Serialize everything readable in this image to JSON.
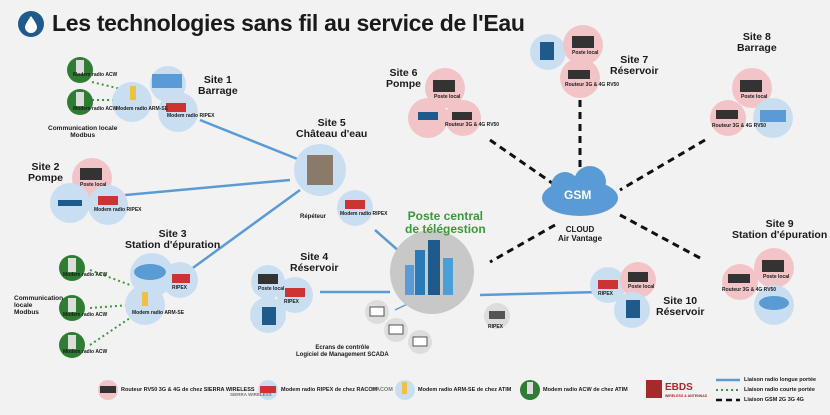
{
  "title": "Les technologies sans fil au service de l'Eau",
  "sites": {
    "site1": {
      "name": "Site 1",
      "sub": "Barrage"
    },
    "site2": {
      "name": "Site 2",
      "sub": "Pompe"
    },
    "site3": {
      "name": "Site 3",
      "sub": "Station d'épuration"
    },
    "site4": {
      "name": "Site 4",
      "sub": "Réservoir"
    },
    "site5": {
      "name": "Site 5",
      "sub": "Château d'eau"
    },
    "site6": {
      "name": "Site 6",
      "sub": "Pompe"
    },
    "site7": {
      "name": "Site 7",
      "sub": "Réservoir"
    },
    "site8": {
      "name": "Site 8",
      "sub": "Barrage"
    },
    "site9": {
      "name": "Site 9",
      "sub": "Station d'épuration"
    },
    "site10": {
      "name": "Site 10",
      "sub": "Réservoir"
    }
  },
  "central": {
    "line1": "Poste central",
    "line2": "de télégestion"
  },
  "gsm": {
    "label": "GSM",
    "cloud": "CLOUD",
    "vantage": "Air Vantage"
  },
  "repeater": "Répéteur",
  "scada": {
    "line1": "Ecrans de contrôle",
    "line2": "Logiciel de Management SCADA"
  },
  "modbus": {
    "line1": "Communication locale",
    "line2": "Modbus"
  },
  "modbus2": {
    "line1": "Communication",
    "line2": "locale",
    "line3": "Modbus"
  },
  "device_labels": {
    "modem_acw": "Modem radio ACW",
    "modem_armse": "Modem radio ARM-SE",
    "modem_ripex": "Modem radio RIPEX",
    "poste_local": "Poste local",
    "routeur": "Routeur 3G & 4G RV50",
    "ripex3": "RIPEX"
  },
  "legend": {
    "routeur": "Routeur RV50 3G & 4G de chez SIERRA WIRELESS",
    "sierra": "SIERRA WIRELESS",
    "ripex": "Modem radio RIPEX de chez RACOM",
    "racom": "RACOM",
    "armse": "Modem radio ARM-SE de chez ATIM",
    "acw": "Modem radio ACW de chez ATIM",
    "ebds": "EBDS",
    "ebds_sub": "WIRELESS & ANTENNAS",
    "long": "Liaison radio longue portée",
    "short": "Liaison radio courte portée",
    "gsmlink": "Liaison GSM 2G 3G 4G"
  },
  "colors": {
    "blue_link": "#5b9bd5",
    "green_link": "#3a9a3a",
    "pink_circle": "#f2c4c8",
    "blue_circle": "#c9dff1",
    "green_modem": "#2e7d32",
    "title_blue": "#1f5a8c",
    "central_text": "#3a9a3a"
  }
}
